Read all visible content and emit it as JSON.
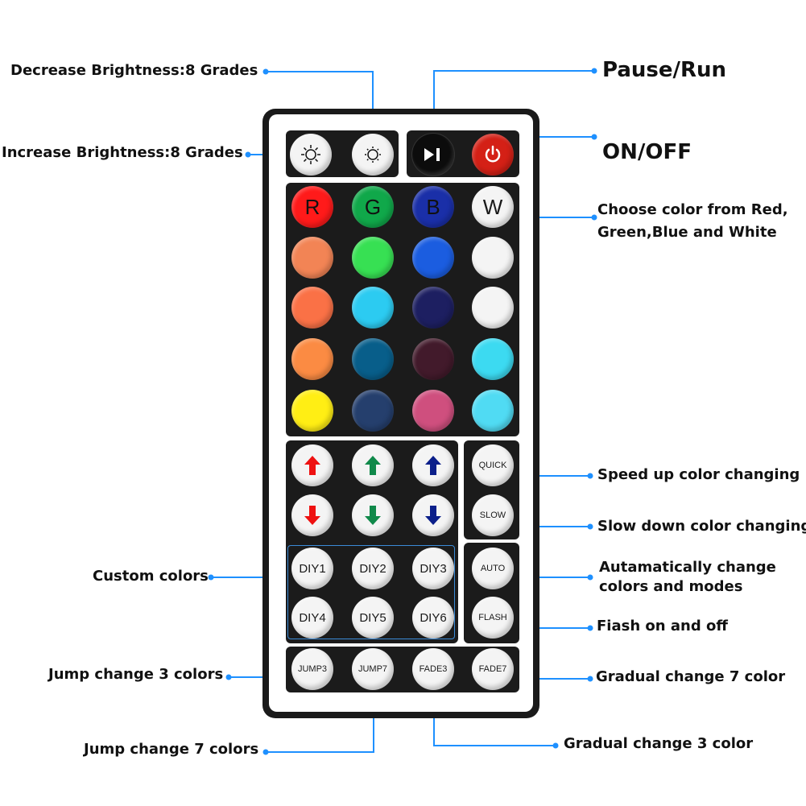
{
  "annotations": {
    "decrease_brightness": "Decrease Brightness:8 Grades",
    "increase_brightness": "Increase Brightness:8 Grades",
    "pause_run": "Pause/Run",
    "on_off": "ON/OFF",
    "choose_color_line1": "Choose color from Red,",
    "choose_color_line2": "Green,Blue and White",
    "speed_up": "Speed up color changing",
    "slow_down": "Slow down color changing",
    "auto_line1": "Autamatically change",
    "auto_line2": "colors and modes",
    "flash": "Fiash on and off",
    "custom_colors": "Custom colors",
    "jump3": "Jump change 3 colors",
    "jump7": "Jump change 7 colors",
    "fade7": "Gradual change 7 color",
    "fade3": "Gradual change 3 color"
  },
  "buttons": {
    "r": "R",
    "g": "G",
    "b": "B",
    "w": "W",
    "quick": "QUICK",
    "slow": "SLOW",
    "auto": "AUTO",
    "flash": "FLASH",
    "diy1": "DIY1",
    "diy2": "DIY2",
    "diy3": "DIY3",
    "diy4": "DIY4",
    "diy5": "DIY5",
    "diy6": "DIY6",
    "jump3": "JUMP3",
    "jump7": "JUMP7",
    "fade3": "FADE3",
    "fade7": "FADE7"
  },
  "colors": {
    "leader": "#1e90ff",
    "red": "#ff1a1a",
    "green": "#10a84a",
    "blue": "#1a2fa8",
    "power": "#d42016",
    "up_red": "#ee1111",
    "up_green": "#10894a",
    "up_blue": "#0b1f8a"
  },
  "icons": {
    "brightness": "sun-icon",
    "play_pause": "play-pause-icon",
    "power": "power-icon",
    "arrow_up": "arrow-up-icon",
    "arrow_down": "arrow-down-icon"
  }
}
